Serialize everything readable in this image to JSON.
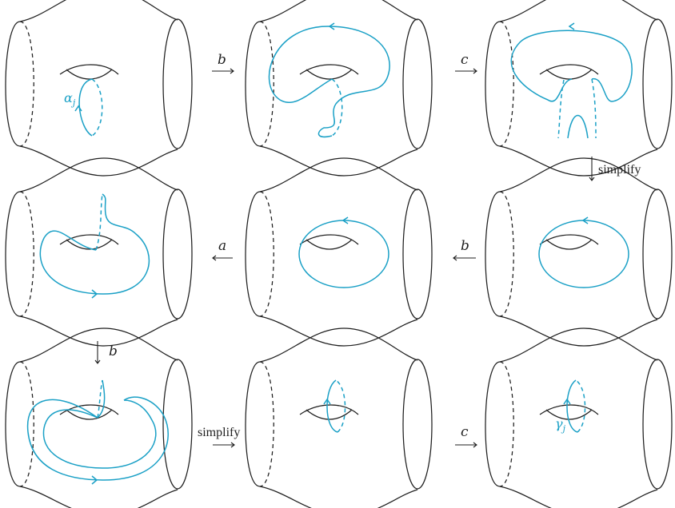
{
  "colors": {
    "curve": "#1aa0c6",
    "outline": "#1f1f1f"
  },
  "labels": {
    "alpha": "α",
    "alpha_sub": "j",
    "gamma": "γ",
    "gamma_sub": "j"
  },
  "arrows": [
    {
      "id": "r1-a1",
      "text": "b",
      "style": "italic",
      "direction": "right"
    },
    {
      "id": "r1-a2",
      "text": "c",
      "style": "italic",
      "direction": "right"
    },
    {
      "id": "v1",
      "text": "simplify",
      "style": "roman",
      "direction": "down"
    },
    {
      "id": "r2-a1",
      "text": "a",
      "style": "italic",
      "direction": "left"
    },
    {
      "id": "r2-a2",
      "text": "b",
      "style": "italic",
      "direction": "left"
    },
    {
      "id": "v2",
      "text": "b",
      "style": "italic",
      "direction": "down"
    },
    {
      "id": "r3-a1",
      "text": "simplify",
      "style": "roman",
      "direction": "right"
    },
    {
      "id": "r3-a2",
      "text": "c",
      "style": "italic",
      "direction": "right"
    }
  ]
}
